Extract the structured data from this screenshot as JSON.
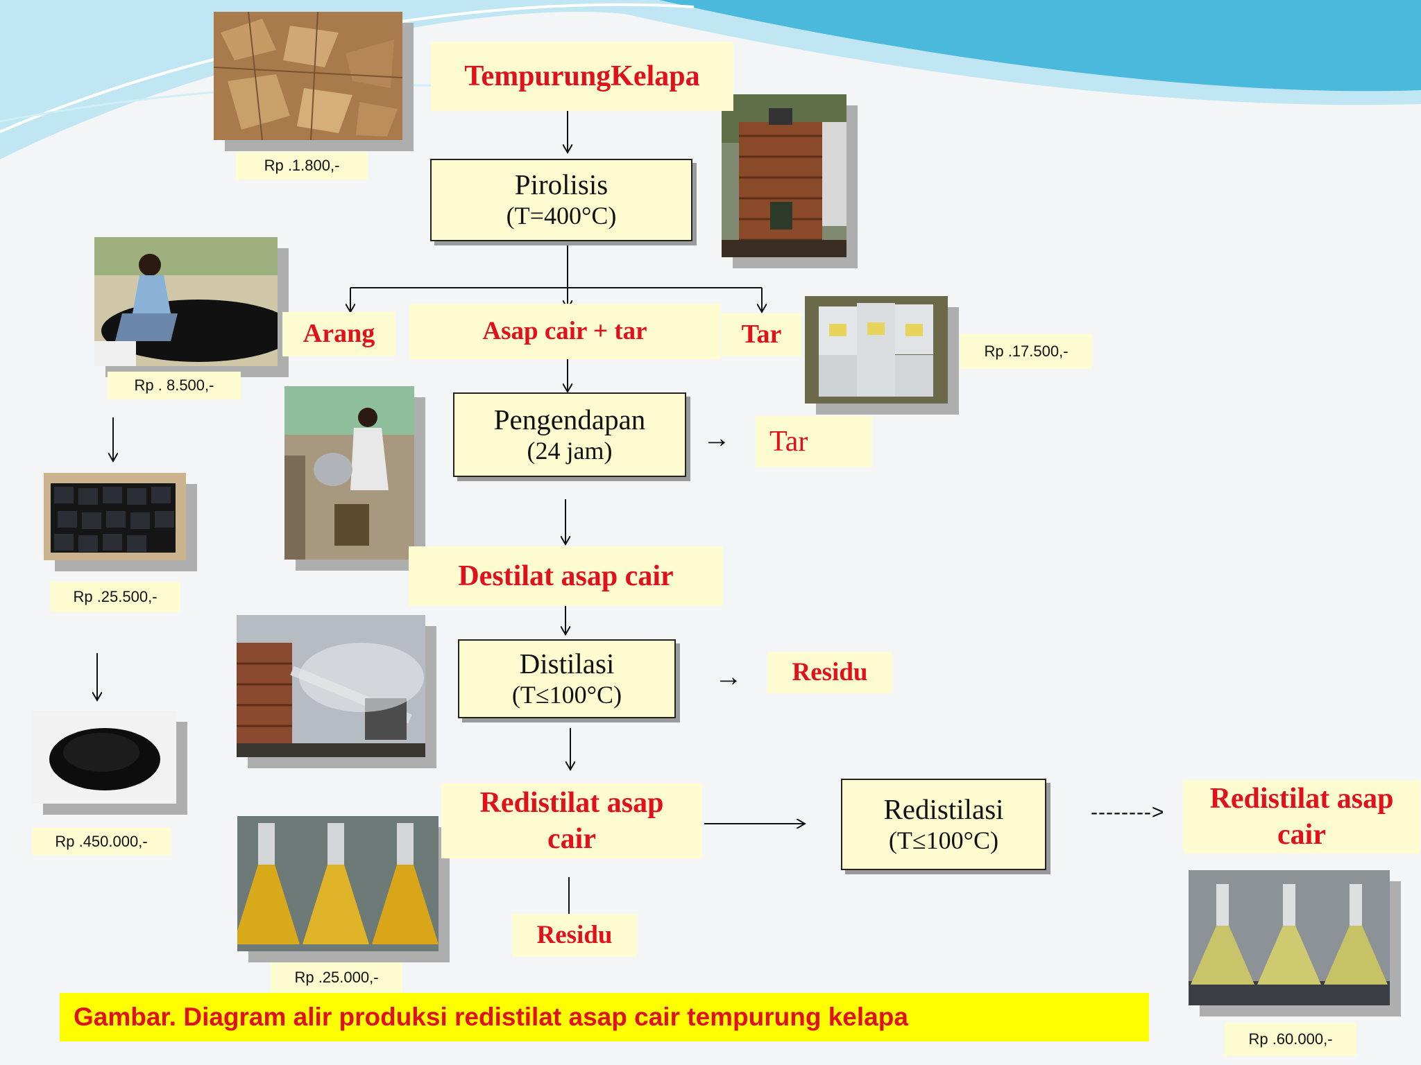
{
  "diagram": {
    "start": "TempurungKelapa",
    "pyrolysis": {
      "title": "Pirolisis",
      "temp": "(T=400°C)"
    },
    "outputs": {
      "arang": "Arang",
      "asap": "Asap cair + tar",
      "tar": "Tar"
    },
    "settling": {
      "title": "Pengendapan",
      "time": "(24  jam)"
    },
    "settling_tar": "Tar",
    "destilat": "Destilat asap cair",
    "distilasi": {
      "title": "Distilasi",
      "temp": "(T≤100°C)"
    },
    "residu1": "Residu",
    "redistilat_line1": "Redistilat asap",
    "redistilat_line2": "cair",
    "residu2": "Residu",
    "redistilasi": {
      "title": "Redistilasi",
      "temp": "(T≤100°C)"
    },
    "final_line1": "Redistilat asap",
    "final_line2": "cair",
    "arrow_right_1": "→",
    "arrow_right_2": "→",
    "dashed_arrow": "-------->"
  },
  "prices": {
    "tempurung": "Rp .1.800,-",
    "arang": "Rp . 8.500,-",
    "tar": "Rp .17.500,-",
    "briket": "Rp .25.500,-",
    "karbon": "Rp .450.000,-",
    "redistilat": "Rp .25.000,-",
    "final": "Rp .60.000,-"
  },
  "caption": "Gambar.  Diagram alir produksi redistilat asap cair tempurung kelapa",
  "colors": {
    "accent_red": "#e0101c",
    "box_fill": "#fdfbd0",
    "caption_bg": "#ffff00"
  }
}
